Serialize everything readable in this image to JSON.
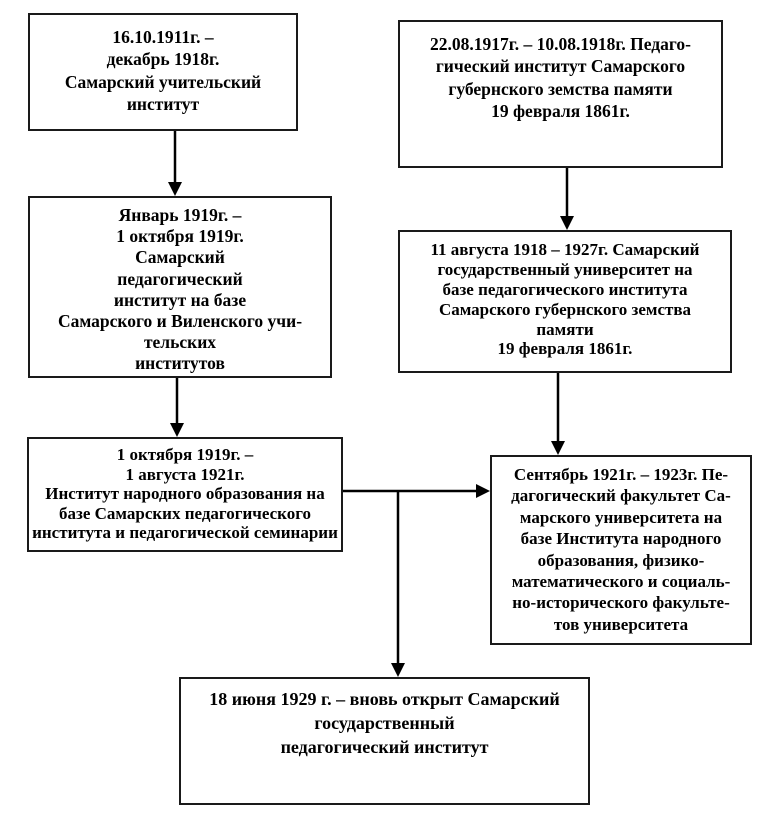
{
  "diagram": {
    "type": "flowchart",
    "language": "ru",
    "colors": {
      "background": "#ffffff",
      "box_border": "#1a1a1a",
      "text": "#000000",
      "arrow": "#000000"
    },
    "boxes": [
      {
        "id": "teachers-institute-1911",
        "lines": [
          "16.10.1911г. –",
          "декабрь 1918г.",
          "Самарский учительский",
          "институт"
        ]
      },
      {
        "id": "pedagogical-institute-zemstvo-1917",
        "lines": [
          "22.08.1917г. – 10.08.1918г. Педаго-",
          "гический институт Самарского",
          "губернского земства памяти",
          "19 февраля 1861г."
        ]
      },
      {
        "id": "samara-pedagogical-institute-1919",
        "lines": [
          "Январь 1919г. –",
          "1 октября 1919г.",
          "Самарский",
          "педагогический",
          "институт на базе",
          "Самарского и Виленского учи-",
          "тельских",
          "институтов"
        ]
      },
      {
        "id": "samara-state-university-1918",
        "lines": [
          "11 августа 1918 – 1927г. Самарский",
          "государственный университет на",
          "базе педагогического института",
          "Самарского губернского земства",
          "памяти",
          "19 февраля 1861г."
        ]
      },
      {
        "id": "institute-of-public-education-1919",
        "lines": [
          "1 октября 1919г. –",
          "1 августа 1921г.",
          "Институт народного образования на",
          "базе Самарских педагогического",
          "института и педагогической семинарии"
        ]
      },
      {
        "id": "pedagogical-faculty-1921",
        "lines": [
          "Сентябрь 1921г. – 1923г. Пе-",
          "дагогический факультет Са-",
          "марского университета на",
          "базе Института народного",
          "образования, физико-",
          "математического и социаль-",
          "но-исторического факульте-",
          "тов университета"
        ]
      },
      {
        "id": "reopened-pedagogical-institute-1929",
        "lines": [
          "18 июня 1929 г. – вновь открыт Самарский",
          "государственный",
          "педагогический институт"
        ]
      }
    ]
  }
}
